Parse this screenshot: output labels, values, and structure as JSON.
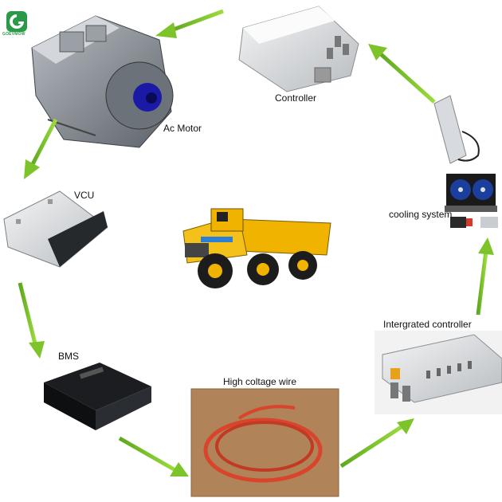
{
  "brand": {
    "name": "GOEVMOW",
    "color": "#2a9a48"
  },
  "labels": {
    "controller": "Controller",
    "ac_motor": "Ac Motor",
    "vcu": "VCU",
    "bms": "BMS",
    "high_voltage_wire": "High coltage wire",
    "integrated_controller": "Intergrated controller",
    "cooling_system": "cooling system"
  },
  "colors": {
    "arrow": "#7cc429",
    "truck": "#f0b400",
    "wire": "#d9442c",
    "motor_blue": "#1a1aa6"
  }
}
